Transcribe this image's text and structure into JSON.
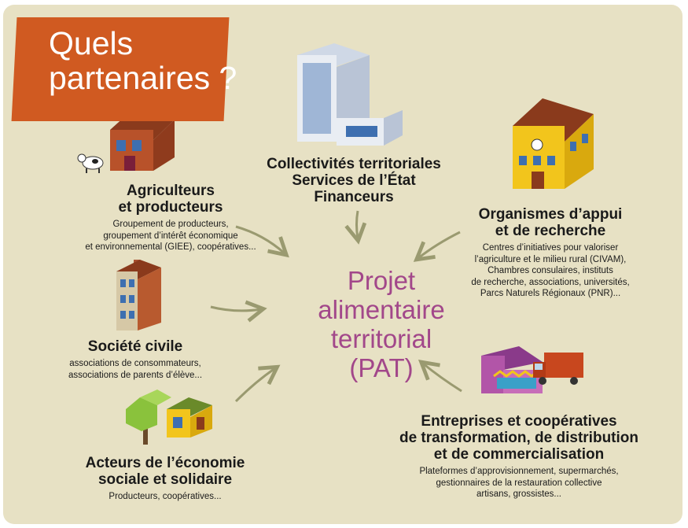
{
  "title": {
    "line1": "Quels",
    "line2": "partenaires ?"
  },
  "center": {
    "line1": "Projet",
    "line2": "alimentaire",
    "line3": "territorial",
    "line4": "(PAT)"
  },
  "partners": {
    "agriculteurs": {
      "heading": [
        "Agriculteurs",
        "et producteurs"
      ],
      "details": [
        "Groupement de producteurs,",
        "groupement d’intérêt économique",
        "et environnemental (GIEE), coopératives..."
      ]
    },
    "collectivites": {
      "heading": [
        "Collectivités territoriales",
        "Services de l’État",
        "Financeurs"
      ]
    },
    "organismes": {
      "heading": [
        "Organismes d’appui",
        "et de recherche"
      ],
      "details": [
        "Centres d’initiatives pour valoriser",
        "l’agriculture et le milieu rural (CIVAM),",
        "Chambres consulaires, instituts",
        "de recherche, associations, universités,",
        "Parcs Naturels Régionaux (PNR)..."
      ]
    },
    "societe": {
      "heading": [
        "Société civile"
      ],
      "details": [
        "associations de consommateurs,",
        "associations de parents d’élève..."
      ]
    },
    "entreprises": {
      "heading": [
        "Entreprises et coopératives",
        "de transformation, de distribution",
        "et de commercialisation"
      ],
      "details": [
        "Plateformes d’approvisionnement, supermarchés,",
        "gestionnaires de la restauration collective",
        "artisans, grossistes..."
      ]
    },
    "ess": {
      "heading": [
        "Acteurs de l’économie",
        "sociale et solidaire"
      ],
      "details": [
        "Producteurs, coopératives..."
      ]
    }
  },
  "colors": {
    "background": "#e7e1c4",
    "banner": "#d05a21",
    "center_text": "#a2478a",
    "arrow": "#9a9a70"
  }
}
